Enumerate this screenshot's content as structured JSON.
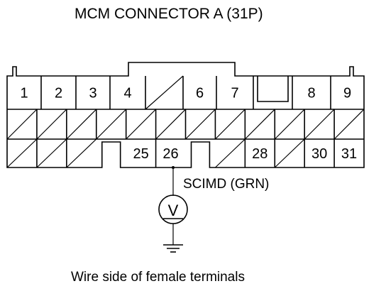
{
  "connector": {
    "title": "MCM CONNECTOR A (31P)",
    "rows": [
      [
        "1",
        "2",
        "3",
        "4",
        "/",
        "6",
        "7",
        "",
        "8",
        "9"
      ],
      [
        "/",
        "/",
        "/",
        "/",
        "/",
        "/",
        "/",
        "/",
        "/",
        "/",
        "/",
        "/"
      ],
      [
        "/",
        "/",
        "/",
        "",
        "25",
        "26",
        "",
        "/",
        "28",
        "/",
        "30",
        "31"
      ]
    ]
  },
  "wire": {
    "label": "SCIMD (GRN)"
  },
  "meter": {
    "symbol": "V",
    "icon": "voltmeter-icon"
  },
  "ground": {
    "icon": "ground-icon"
  },
  "footer": {
    "caption": "Wire side of female terminals"
  }
}
